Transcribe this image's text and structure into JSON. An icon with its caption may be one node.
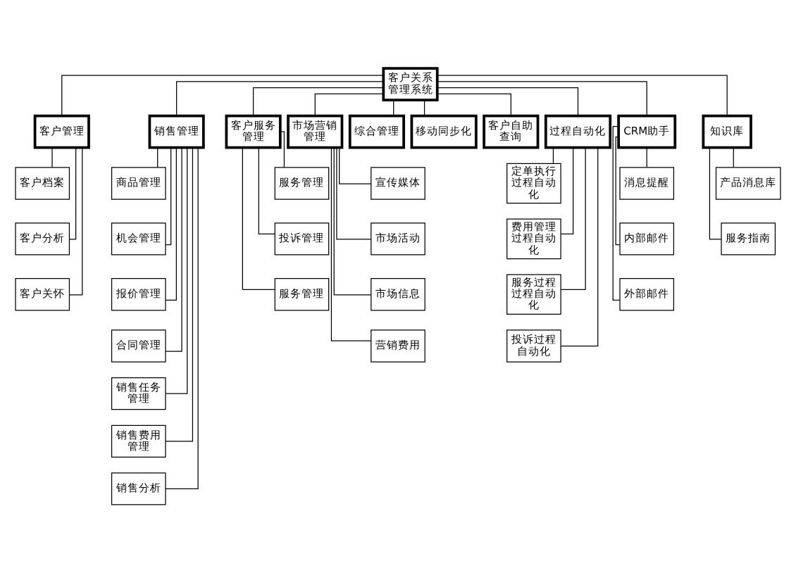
{
  "diagram": {
    "nodes": [
      {
        "text": [
          "客户关系管理系统"
        ]
      },
      {
        "text": [
          "客户管理"
        ]
      },
      {
        "text": [
          "销售管理"
        ]
      },
      {
        "text": [
          "客户服务管理"
        ]
      },
      {
        "text": [
          "市场营销管理"
        ]
      },
      {
        "text": [
          "综合管理"
        ]
      },
      {
        "text": [
          "移动同步化"
        ]
      },
      {
        "text": [
          "客户自助查询"
        ]
      },
      {
        "text": [
          "过程自动化"
        ]
      },
      {
        "text": [
          "CRM助手"
        ]
      },
      {
        "text": [
          "知识库"
        ]
      },
      {
        "text": [
          "客户档案"
        ]
      },
      {
        "text": [
          "客户分析"
        ]
      },
      {
        "text": [
          "客户关怀"
        ]
      },
      {
        "text": [
          "商品管理"
        ]
      },
      {
        "text": [
          "机会管理"
        ]
      },
      {
        "text": [
          "报价管理"
        ]
      },
      {
        "text": [
          "合同管理"
        ]
      },
      {
        "text": [
          "销售任务管理"
        ]
      },
      {
        "text": [
          "销售费用管理"
        ]
      },
      {
        "text": [
          "销售分析"
        ]
      },
      {
        "text": [
          "服务管理"
        ]
      },
      {
        "text": [
          "投诉管理"
        ]
      },
      {
        "text": [
          "服务管理"
        ]
      },
      {
        "text": [
          "宣传媒体"
        ]
      },
      {
        "text": [
          "市场活动"
        ]
      },
      {
        "text": [
          "市场信息"
        ]
      },
      {
        "text": [
          "营销费用"
        ]
      },
      {
        "text": [
          "定单执行过程自动化"
        ]
      },
      {
        "text": [
          "费用管理过程自动化"
        ]
      },
      {
        "text": [
          "服务过程过程自动化"
        ]
      },
      {
        "text": [
          "投诉过程自动化"
        ]
      },
      {
        "text": [
          "消息提醒"
        ]
      },
      {
        "text": [
          "内部邮件"
        ]
      },
      {
        "text": [
          "外部邮件"
        ]
      },
      {
        "text": [
          "产品消息库"
        ]
      },
      {
        "text": [
          "服务指南"
        ]
      }
    ],
    "edges": [
      {
        "from": 0,
        "to": 1,
        "arrow": "none"
      },
      {
        "from": 0,
        "to": 2,
        "arrow": "none"
      },
      {
        "from": 0,
        "to": 3,
        "arrow": "none"
      },
      {
        "from": 0,
        "to": 4,
        "arrow": "none"
      },
      {
        "from": 0,
        "to": 5,
        "arrow": "none"
      },
      {
        "from": 0,
        "to": 6,
        "arrow": "none"
      },
      {
        "from": 0,
        "to": 7,
        "arrow": "none"
      },
      {
        "from": 0,
        "to": 8,
        "arrow": "none"
      },
      {
        "from": 0,
        "to": 9,
        "arrow": "none"
      },
      {
        "from": 0,
        "to": 10,
        "arrow": "none"
      },
      {
        "from": 1,
        "to": 11,
        "arrow": "none"
      },
      {
        "from": 1,
        "to": 12,
        "arrow": "none"
      },
      {
        "from": 1,
        "to": 13,
        "arrow": "none"
      },
      {
        "from": 2,
        "to": 14,
        "arrow": "none"
      },
      {
        "from": 2,
        "to": 15,
        "arrow": "none"
      },
      {
        "from": 2,
        "to": 16,
        "arrow": "none"
      },
      {
        "from": 2,
        "to": 17,
        "arrow": "none"
      },
      {
        "from": 2,
        "to": 18,
        "arrow": "none"
      },
      {
        "from": 2,
        "to": 19,
        "arrow": "none"
      },
      {
        "from": 2,
        "to": 20,
        "arrow": "none"
      },
      {
        "from": 3,
        "to": 21,
        "arrow": "none"
      },
      {
        "from": 3,
        "to": 22,
        "arrow": "none"
      },
      {
        "from": 3,
        "to": 23,
        "arrow": "none"
      },
      {
        "from": 4,
        "to": 24,
        "arrow": "none"
      },
      {
        "from": 4,
        "to": 25,
        "arrow": "none"
      },
      {
        "from": 4,
        "to": 26,
        "arrow": "none"
      },
      {
        "from": 4,
        "to": 27,
        "arrow": "none"
      },
      {
        "from": 8,
        "to": 28,
        "arrow": "none"
      },
      {
        "from": 8,
        "to": 29,
        "arrow": "none"
      },
      {
        "from": 8,
        "to": 30,
        "arrow": "none"
      },
      {
        "from": 8,
        "to": 31,
        "arrow": "none"
      },
      {
        "from": 9,
        "to": 32,
        "arrow": "none"
      },
      {
        "from": 9,
        "to": 33,
        "arrow": "none"
      },
      {
        "from": 9,
        "to": 34,
        "arrow": "none"
      },
      {
        "from": 10,
        "to": 35,
        "arrow": "none"
      },
      {
        "from": 10,
        "to": 36,
        "arrow": "none"
      }
    ]
  }
}
